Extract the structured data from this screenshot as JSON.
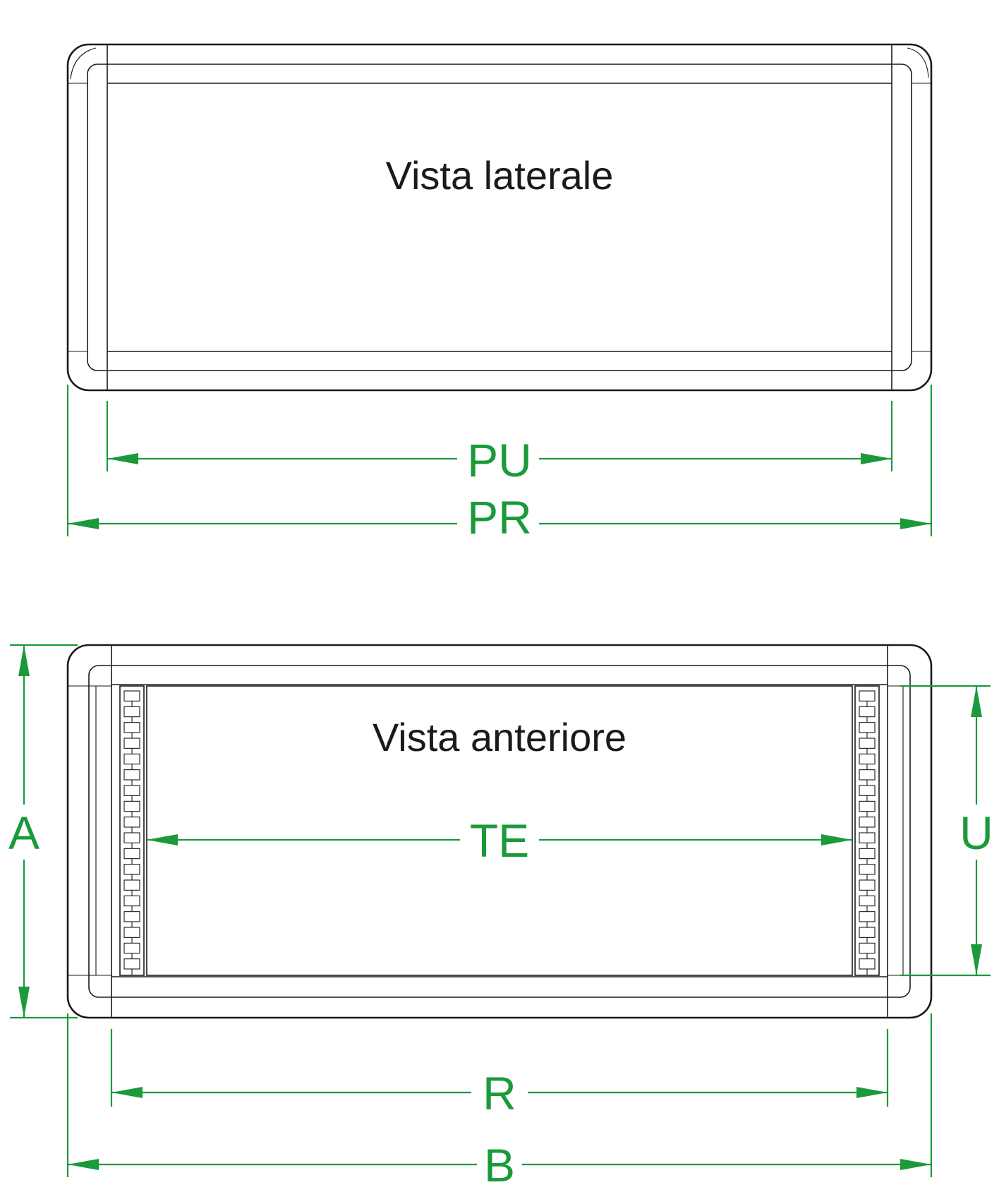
{
  "views": {
    "side": "Vista laterale",
    "front": "Vista anteriore"
  },
  "dimensions": {
    "pu": "PU",
    "pr": "PR",
    "a": "A",
    "u": "U",
    "te": "TE",
    "r": "R",
    "b": "B"
  },
  "colors": {
    "outline": "#1a1a1a",
    "dimension": "#1a9a3a"
  }
}
